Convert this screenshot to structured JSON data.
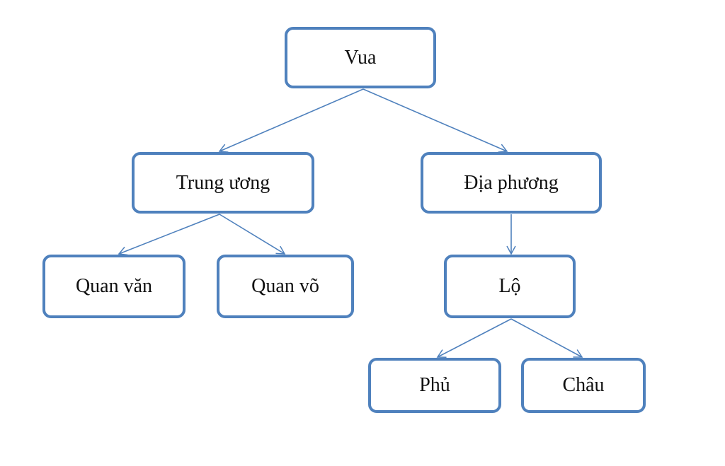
{
  "diagram": {
    "colors": {
      "box_border": "#4f81bd",
      "connector": "#4f81bd",
      "text": "#111111",
      "background": "#ffffff"
    },
    "nodes": {
      "vua": "Vua",
      "trung_uong": "Trung ương",
      "dia_phuong": "Địa phương",
      "quan_van": "Quan văn",
      "quan_vo": "Quan võ",
      "lo": "Lộ",
      "phu": "Phủ",
      "chau": "Châu"
    },
    "edges": [
      {
        "from": "vua",
        "to": "trung_uong"
      },
      {
        "from": "vua",
        "to": "dia_phuong"
      },
      {
        "from": "trung_uong",
        "to": "quan_van"
      },
      {
        "from": "trung_uong",
        "to": "quan_vo"
      },
      {
        "from": "dia_phuong",
        "to": "lo"
      },
      {
        "from": "lo",
        "to": "phu"
      },
      {
        "from": "lo",
        "to": "chau"
      }
    ]
  }
}
